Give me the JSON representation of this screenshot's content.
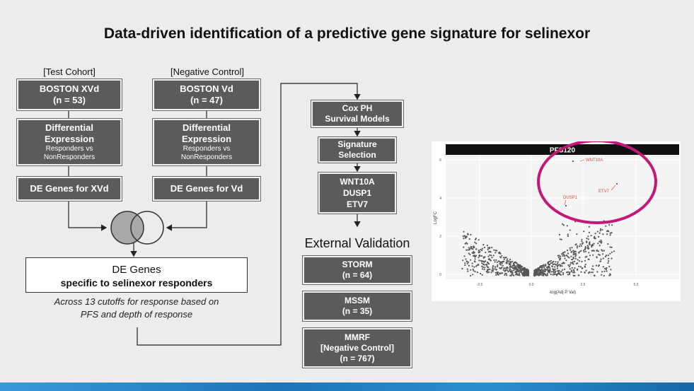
{
  "title": "Data-driven identification of a predictive gene signature for selinexor",
  "left": {
    "col1_header": "[Test Cohort]",
    "col2_header": "[Negative Control]",
    "boston_xvd": {
      "line1": "BOSTON XVd",
      "line2": "(n = 53)"
    },
    "boston_vd": {
      "line1": "BOSTON Vd",
      "line2": "(n = 47)"
    },
    "diff_expr": {
      "line1": "Differential",
      "line2": "Expression",
      "sub1": "Responders vs",
      "sub2": "NonResponders"
    },
    "de_xvd": "DE Genes for XVd",
    "de_vd": "DE Genes for Vd",
    "de_genes": {
      "line1": "DE Genes",
      "line2": "specific to selinexor responders"
    },
    "note": {
      "line1": "Across 13 cutoffs for response based on",
      "line2": "PFS and depth of response"
    }
  },
  "middle": {
    "cox": {
      "line1": "Cox PH",
      "line2": "Survival Models"
    },
    "signature": {
      "line1": "Signature",
      "line2": "Selection"
    },
    "genes": [
      "WNT10A",
      "DUSP1",
      "ETV7"
    ],
    "external_validation": "External Validation",
    "storm": {
      "line1": "STORM",
      "line2": "(n = 64)"
    },
    "mssm": {
      "line1": "MSSM",
      "line2": "(n = 35)"
    },
    "mmrf": {
      "line1": "MMRF",
      "line2": "[Negative Control]",
      "line3": "(n = 767)"
    }
  },
  "volcano": {
    "panel_title": "PFS120",
    "ylabel": "LogFC",
    "xlabel": "-log(Adj P Val)",
    "yticks": [
      "0",
      "2",
      "4",
      "6"
    ],
    "xticks": [
      "-2.5",
      "0.0",
      "2.5",
      "5.0"
    ],
    "labels": {
      "wnt10a": "WNT10A",
      "dusp1": "DUSP1",
      "etv7": "ETV7"
    },
    "highlight_color": "#c2187a",
    "label_color": "#e0403a"
  }
}
